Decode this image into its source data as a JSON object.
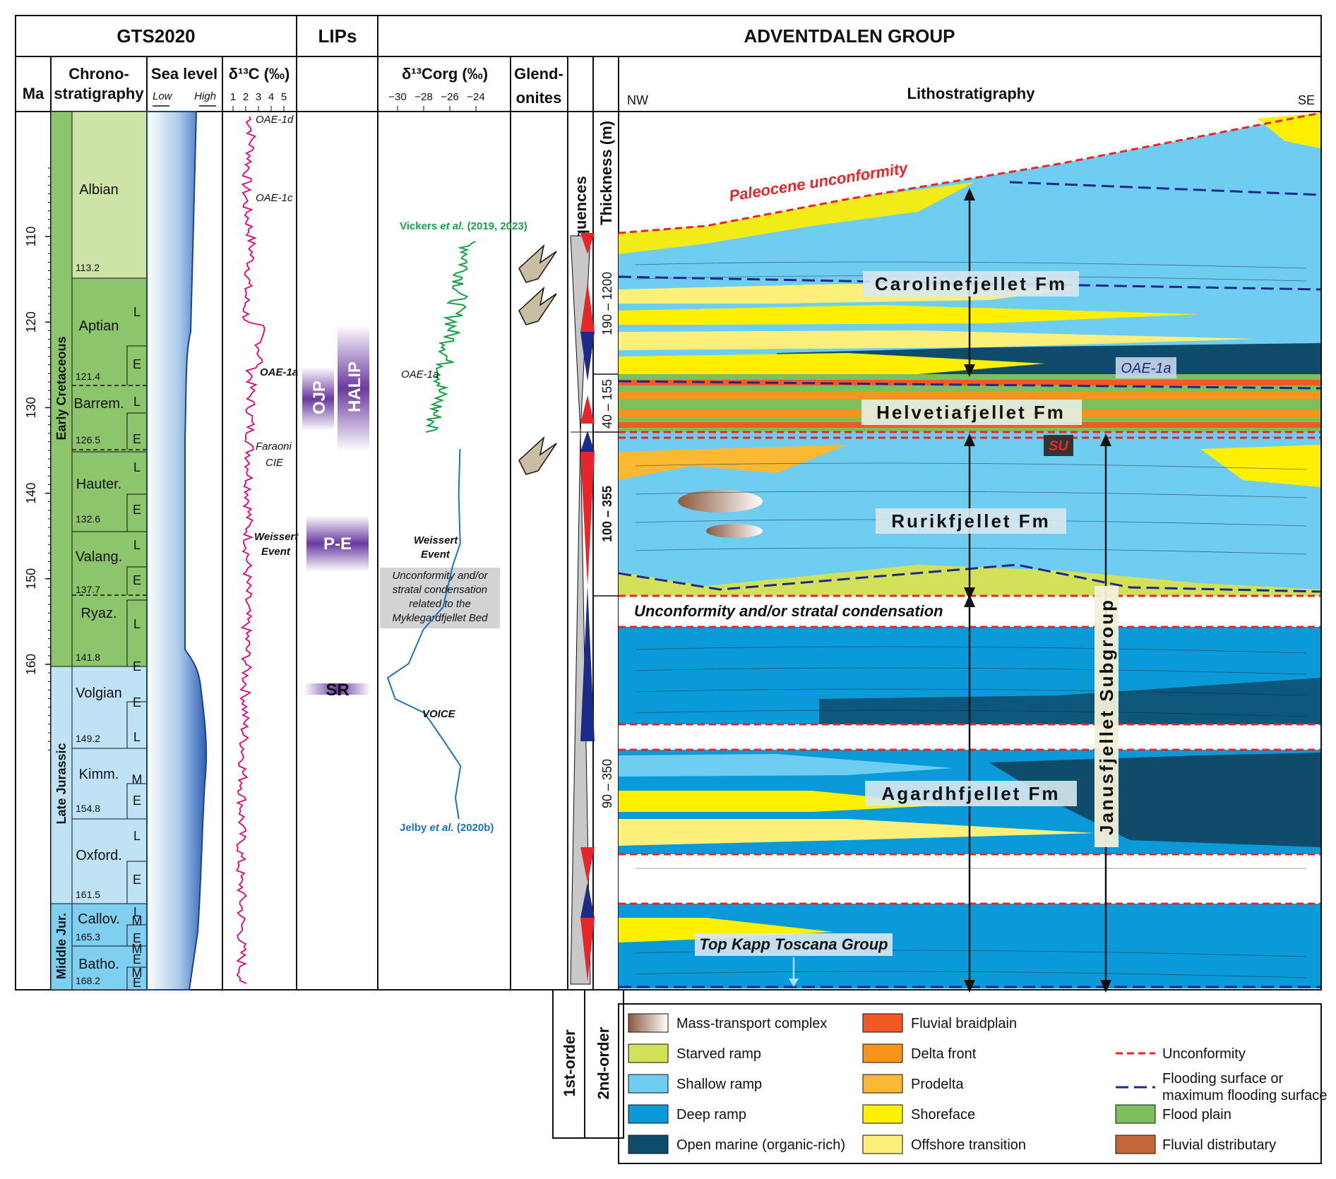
{
  "headers": {
    "gts": "GTS2020",
    "lips": "LIPs",
    "group": "ADVENTDALEN GROUP"
  },
  "subheaders": {
    "ma": "Ma",
    "chrono_1": "Chrono-",
    "chrono_2": "stratigraphy",
    "sea_level": "Sea level",
    "sea_low": "Low",
    "sea_high": "High",
    "d13c": "δ¹³C (‰)",
    "d13c_ticks": [
      "1",
      "2",
      "3",
      "4",
      "5"
    ],
    "d13corg": "δ¹³Corg (‰)",
    "d13corg_ticks": [
      "−30",
      "−28",
      "−26",
      "−24"
    ],
    "glend_1": "Glend-",
    "glend_2": "onites",
    "rt": "R–T sequences",
    "thickness": "Thickness (m)",
    "litho": "Lithostratigraphy",
    "nw": "NW",
    "se": "SE",
    "first_order": "1st-order",
    "second_order": "2nd-order"
  },
  "ma_ticks": [
    "110",
    "120",
    "130",
    "140",
    "150",
    "160"
  ],
  "eras": [
    "Early Cretaceous",
    "Late Jurassic",
    "Middle Jur."
  ],
  "stages": [
    {
      "name": "Albian",
      "base": "113.2"
    },
    {
      "name": "Aptian",
      "base": "121.4"
    },
    {
      "name": "Barrem.",
      "base": "126.5"
    },
    {
      "name": "Hauter.",
      "base": "132.6"
    },
    {
      "name": "Valang.",
      "base": "137.7"
    },
    {
      "name": "Ryaz.",
      "base": "141.8"
    },
    {
      "name": "Volgian",
      "base": "149.2"
    },
    {
      "name": "Kimm.",
      "base": "154.8"
    },
    {
      "name": "Oxford.",
      "base": "161.5"
    },
    {
      "name": "Callov.",
      "base": "165.3"
    },
    {
      "name": "Batho.",
      "base": "168.2"
    }
  ],
  "substages": [
    "L",
    "E",
    "L",
    "E",
    "L",
    "E",
    "L",
    "E",
    "L",
    "E",
    "E",
    "L",
    "M",
    "E",
    "L",
    "E",
    "L",
    "M",
    "E",
    "M",
    "E",
    "M",
    "E"
  ],
  "d13c_events": [
    "OAE-1d",
    "OAE-1c",
    "OAE-1a",
    "Faraoni",
    "CIE",
    "Weissert",
    "Event"
  ],
  "lips": [
    "OJP",
    "HALIP",
    "P-E",
    "SR"
  ],
  "d13corg_labels": {
    "vickers_a": "Vickers ",
    "vickers_b": "et al.",
    "vickers_c": " (2019, 2023)",
    "oae": "OAE-1a",
    "weissert_1": "Weissert",
    "weissert_2": "Event",
    "grey_1": "Unconformity and/or",
    "grey_2": "stratal condensation",
    "grey_3": "related to the",
    "grey_4": "Myklegardfjellet Bed",
    "voice": "VOICE",
    "jelby_a": "Jelby ",
    "jelby_b": "et al.",
    "jelby_c": " (2020b)"
  },
  "thickness": [
    "190 – 1200",
    "40 – 155",
    "100 – 355",
    "90 – 350"
  ],
  "litho": {
    "paleocene": "Paleocene unconformity",
    "carolinefjellet": "Carolinefjellet Fm",
    "oae1a": "OAE-1a",
    "helvetiafjellet": "Helvetiafjellet Fm",
    "su": "SU",
    "rurikfjellet": "Rurikfjellet Fm",
    "unconformity": "Unconformity and/or stratal condensation",
    "agardhfjellet": "Agardhfjellet Fm",
    "janusfjellet": "Janusfjellet Subgroup",
    "kapp": "Top Kapp Toscana Group"
  },
  "legend": {
    "col1": [
      "Mass-transport complex",
      "Starved ramp",
      "Shallow ramp",
      "Deep ramp",
      "Open marine (organic-rich)"
    ],
    "col2": [
      "Fluvial braidplain",
      "Delta front",
      "Prodelta",
      "Shoreface",
      "Offshore transition"
    ],
    "col3": [
      "Unconformity",
      "Flooding surface or",
      "maximum flooding surface",
      "Flood plain",
      "Fluvial distributary"
    ]
  },
  "colors": {
    "early_cretaceous": "#8cc56b",
    "stage_cret": "#cde3a7",
    "jurassic": "#bfe3f5",
    "mid_jur": "#7ecff0",
    "shallow_ramp": "#6fcdf2",
    "deep_ramp": "#0b9ad9",
    "open_marine": "#0f4b6b",
    "starved_ramp": "#d3e05a",
    "shoreface": "#fff000",
    "offshore_transition": "#fcf07a",
    "delta_front": "#f7941d",
    "prodelta": "#fbb833",
    "fluvial_braidplain": "#f15a24",
    "flood_plain": "#7dbf5c",
    "fluvial_distributary": "#c1683b",
    "unconformity": "#e8262a",
    "flooding": "#1c2a8a",
    "d13c_curve": "#e6007e",
    "vickers_curve": "#1aa14a",
    "jelby_curve": "#1c75bc",
    "lip_purple": "#6a3aa0"
  }
}
